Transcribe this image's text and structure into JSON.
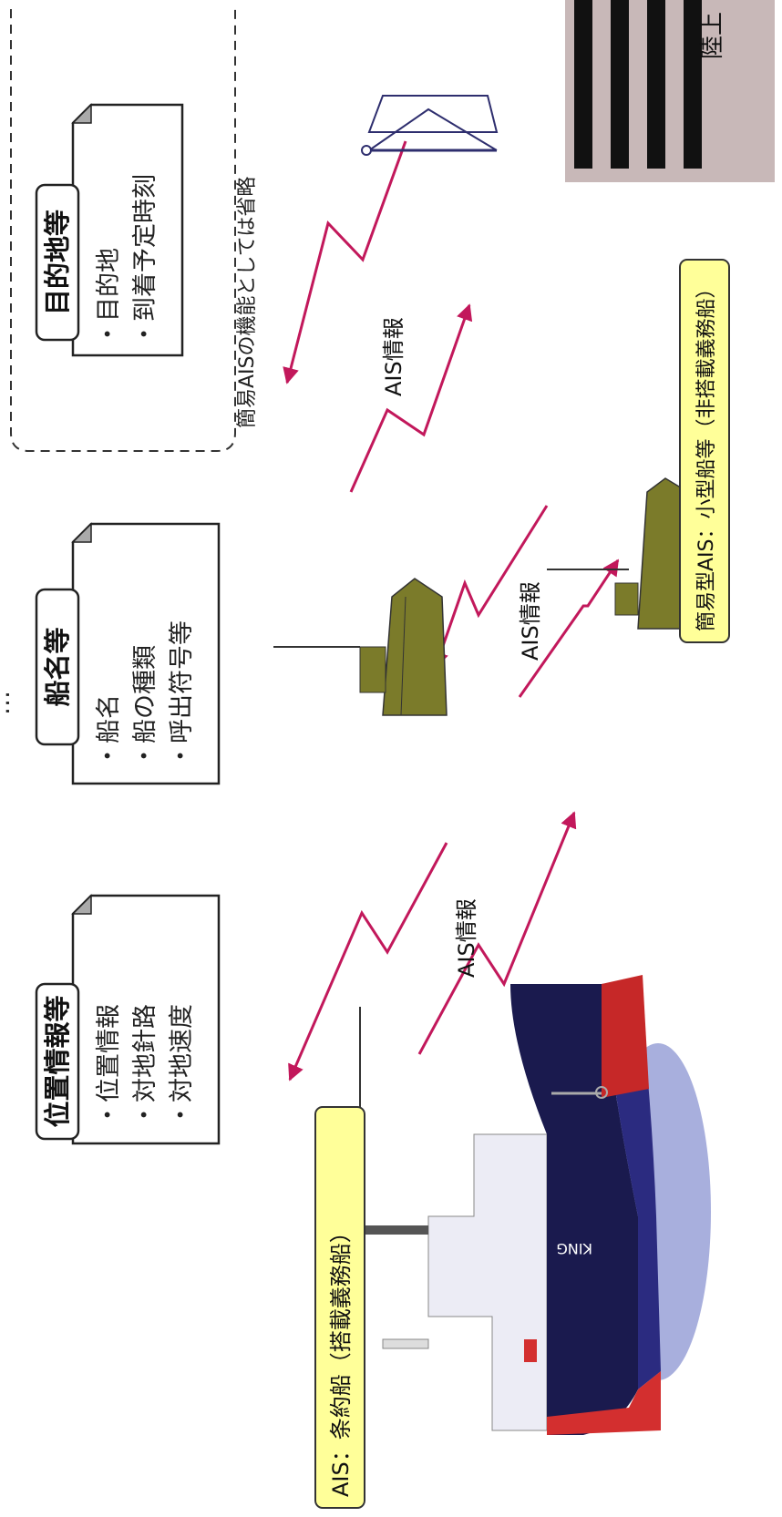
{
  "top_clipped_text": "…",
  "info_boxes": [
    {
      "id": "position",
      "title": "位置情報等",
      "items": [
        "・位置情報",
        "・対地針路",
        "・対地速度"
      ]
    },
    {
      "id": "ship_name",
      "title": "船名等",
      "items": [
        "・船名",
        "・船の種類",
        "・呼出符号等"
      ]
    },
    {
      "id": "destination",
      "title": "目的地等",
      "items": [
        "・目的地",
        "・到着予定時刻"
      ]
    }
  ],
  "omitted_note": "簡易AISの機能としては省略",
  "signal_labels": {
    "large_to_medium": "AIS情報",
    "medium_to_small": "AIS情報",
    "to_land": "AIS情報"
  },
  "ship_labels": {
    "convention": "AIS：条約船（搭載義務船）",
    "small": "簡易型AIS：小型船等（非搭載義務船）"
  },
  "hull_text": "KING",
  "land_station_label": "陸上",
  "colors": {
    "signal": "#c2185b",
    "label_bg": "#ffff99",
    "hull_dark": "#1a1a4e",
    "hull_red": "#d32f2f",
    "boat_olive": "#7b7b2a",
    "tower": "#2e2e6e"
  }
}
